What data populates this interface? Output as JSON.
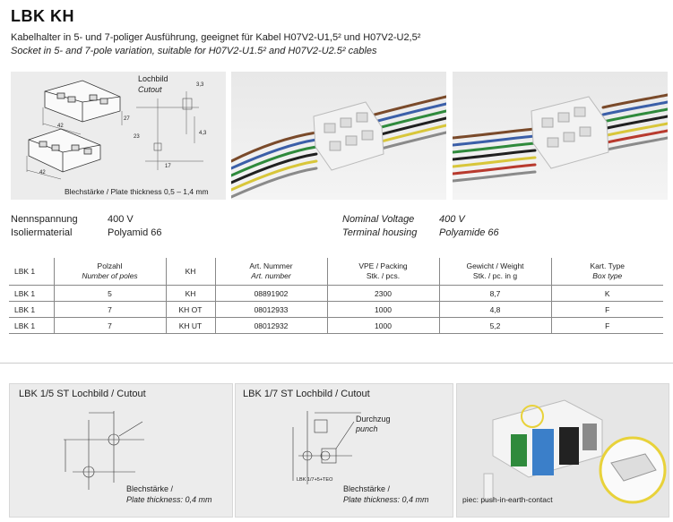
{
  "header": {
    "title": "LBK KH",
    "subtitle_de": "Kabelhalter in 5- und 7-poliger Ausführung, geeignet für Kabel H07V2-U1,5² und H07V2-U2,5²",
    "subtitle_en": "Socket in 5- and 7-pole variation, suitable for H07V2-U1.5² and H07V2-U2.5² cables"
  },
  "drawing": {
    "cutout_de": "Lochbild",
    "cutout_en": "Cutout",
    "plate_thickness": "Blechstärke / Plate thickness 0,5 – 1,4 mm",
    "dim_42a": "42",
    "dim_42b": "42",
    "dim_27": "27",
    "dim_23": "23",
    "dim_17": "17",
    "dim_33": "3,3",
    "dim_43": "4,3"
  },
  "specs": {
    "voltage_label_de": "Nennspannung",
    "voltage_value_de": "400 V",
    "material_label_de": "Isoliermaterial",
    "material_value_de": "Polyamid 66",
    "voltage_label_en": "Nominal Voltage",
    "voltage_value_en": "400 V",
    "material_label_en": "Terminal housing",
    "material_value_en": "Polyamide 66"
  },
  "table": {
    "headers": [
      {
        "de": "LBK 1",
        "en": ""
      },
      {
        "de": "Polzahl",
        "en": "Number of poles"
      },
      {
        "de": "KH",
        "en": ""
      },
      {
        "de": "Art. Nummer",
        "en": "Art. number"
      },
      {
        "de": "VPE / Packing",
        "en": "Stk. / pcs."
      },
      {
        "de": "Gewicht / Weight",
        "en": "Stk. / pc. in g"
      },
      {
        "de": "Kart. Type",
        "en": "Box type"
      }
    ],
    "rows": [
      [
        "LBK 1",
        "5",
        "KH",
        "08891902",
        "2300",
        "8,7",
        "K"
      ],
      [
        "LBK 1",
        "7",
        "KH OT",
        "08012933",
        "1000",
        "4,8",
        "F"
      ],
      [
        "LBK 1",
        "7",
        "KH UT",
        "08012932",
        "1000",
        "5,2",
        "F"
      ]
    ]
  },
  "bottom": {
    "box1_title": "LBK 1/5 ST Lochbild / Cutout",
    "box1_plate_de": "Blechstärke /",
    "box1_plate_en": "Plate thickness: 0,4 mm",
    "box2_title": "LBK 1/7 ST Lochbild / Cutout",
    "box2_punch_de": "Durchzug",
    "box2_punch_en": "punch",
    "box2_part": "LBK 1/7+5+TEO",
    "box2_plate_de": "Blechstärke /",
    "box2_plate_en": "Plate thickness: 0,4 mm",
    "photo_caption": "piec: push-in-earth-contact"
  },
  "colors": {
    "wire_brown": "#7a4a2a",
    "wire_blue": "#3b5fa8",
    "wire_green": "#2f8a3c",
    "wire_black": "#202020",
    "wire_grey": "#8a8a8a",
    "wire_yellow": "#d8c63a",
    "wire_red": "#b83a2e",
    "wire_white": "#f2f2f2"
  }
}
